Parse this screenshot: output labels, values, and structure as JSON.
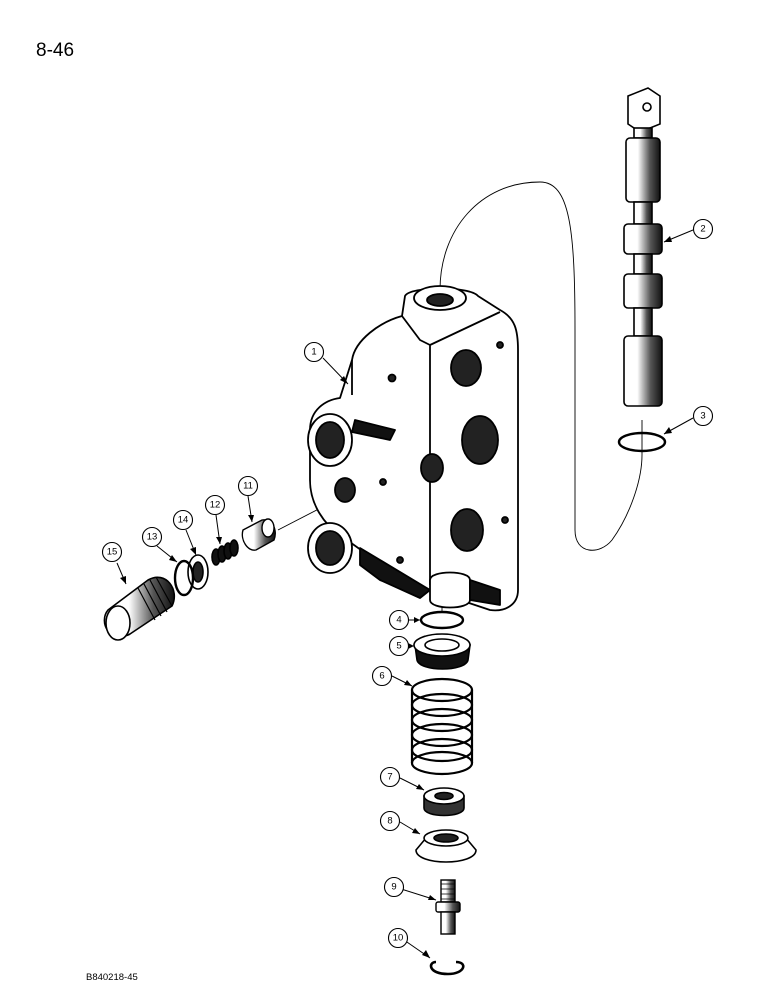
{
  "header": {
    "page_number": "8-46"
  },
  "footer": {
    "figure_code": "B840218-45"
  },
  "callouts": [
    {
      "id": "callout-1",
      "number": "1"
    },
    {
      "id": "callout-2",
      "number": "2"
    },
    {
      "id": "callout-3",
      "number": "3"
    },
    {
      "id": "callout-4",
      "number": "4"
    },
    {
      "id": "callout-5",
      "number": "5"
    },
    {
      "id": "callout-6",
      "number": "6"
    },
    {
      "id": "callout-7",
      "number": "7"
    },
    {
      "id": "callout-8",
      "number": "8"
    },
    {
      "id": "callout-9",
      "number": "9"
    },
    {
      "id": "callout-10",
      "number": "10"
    },
    {
      "id": "callout-11",
      "number": "11"
    },
    {
      "id": "callout-12",
      "number": "12"
    },
    {
      "id": "callout-13",
      "number": "13"
    },
    {
      "id": "callout-14",
      "number": "14"
    },
    {
      "id": "callout-15",
      "number": "15"
    }
  ]
}
